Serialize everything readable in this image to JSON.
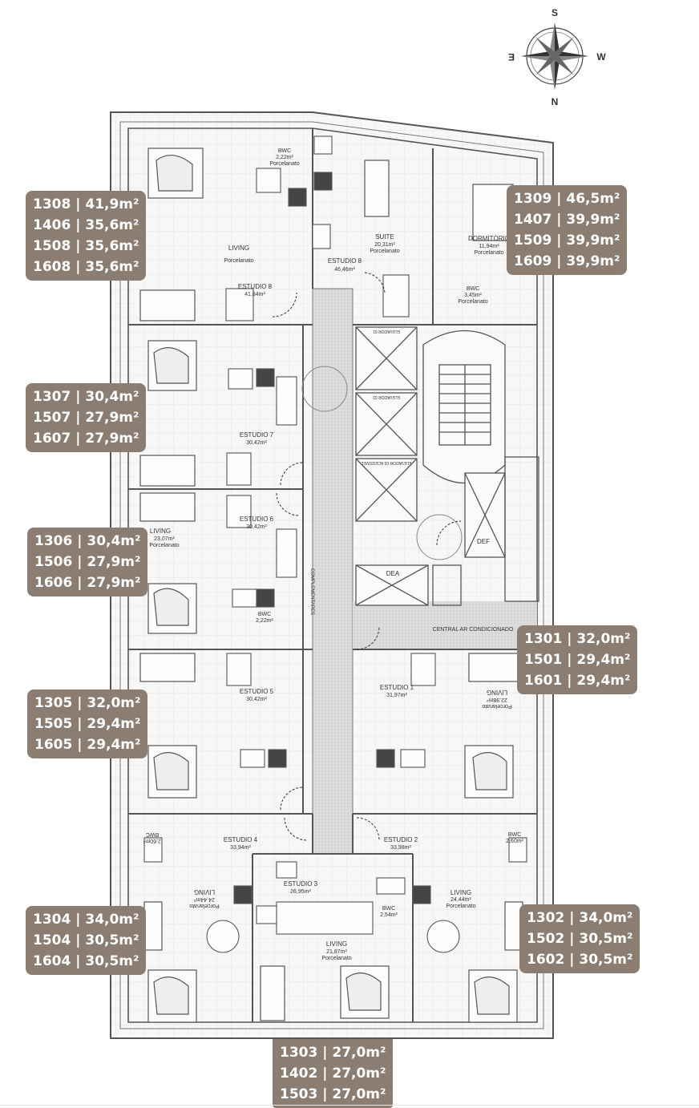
{
  "compass": {
    "s": "S",
    "e": "E",
    "w": "W",
    "n": "N"
  },
  "tags": [
    {
      "id": "u08",
      "lines": [
        "1308 | 41,9m²",
        "1406 | 35,6m²",
        "1508 | 35,6m²",
        "1608 | 35,6m²"
      ]
    },
    {
      "id": "u09",
      "lines": [
        "1309 | 46,5m²",
        "1407 | 39,9m²",
        "1509 | 39,9m²",
        "1609 | 39,9m²"
      ]
    },
    {
      "id": "u07",
      "lines": [
        "1307 | 30,4m²",
        "1507 | 27,9m²",
        "1607 | 27,9m²"
      ]
    },
    {
      "id": "u06",
      "lines": [
        "1306 | 30,4m²",
        "1506 | 27,9m²",
        "1606 | 27,9m²"
      ]
    },
    {
      "id": "u01",
      "lines": [
        "1301 | 32,0m²",
        "1501 | 29,4m²",
        "1601 | 29,4m²"
      ]
    },
    {
      "id": "u05",
      "lines": [
        "1305 | 32,0m²",
        "1505 | 29,4m²",
        "1605 | 29,4m²"
      ]
    },
    {
      "id": "u04",
      "lines": [
        "1304 | 34,0m²",
        "1504 | 30,5m²",
        "1604 | 30,5m²"
      ]
    },
    {
      "id": "u02",
      "lines": [
        "1302 | 34,0m²",
        "1502 | 30,5m²",
        "1602 | 30,5m²"
      ]
    },
    {
      "id": "u03",
      "lines": [
        "1303 | 27,0m²",
        "1402 | 27,0m²",
        "1503 | 27,0m²"
      ]
    }
  ],
  "rooms": {
    "bwc_08": "BWC",
    "bwc_08_area": "2,22m²",
    "bwc_08_mat": "Porcelanato",
    "living_08": "LIVING",
    "living_08_mat": "Porcelanato",
    "estudio_08": "ESTUDIO 8",
    "estudio_08_area": "41,84m²",
    "suite": "SUITE",
    "suite_area": "20,31m²",
    "suite_mat": "Porcelanato",
    "estudio_08b": "ESTUDIO 8",
    "estudio_08b_area": "46,46m²",
    "dormitorio": "DORMITÓRIO",
    "dormitorio_area": "11,94m²",
    "dormitorio_mat": "Porcelanato",
    "bwc_09": "BWC",
    "bwc_09_area": "3,45m²",
    "bwc_09_mat": "Porcelanato",
    "estudio_07": "ESTUDIO 7",
    "estudio_07_area": "30,42m²",
    "living_06": "LIVING",
    "living_06_area": "23,07m²",
    "living_06_mat": "Porcelanato",
    "estudio_06": "ESTUDIO 6",
    "estudio_06_area": "30,42m²",
    "bwc_06": "BWC",
    "bwc_06_area": "2,22m²",
    "complementares": "COMPLEMENTARES",
    "dea": "DEA",
    "def": "DEF",
    "central_ar": "CENTRAL AR CONDICIONADO",
    "estudio_05": "ESTUDIO 5",
    "estudio_05_area": "30,42m²",
    "estudio_01": "ESTUDIO 1",
    "estudio_01_area": "31,97m²",
    "living_01": "LIVING",
    "living_01_area": "22,98m²",
    "living_01_mat": "Porcelanato",
    "estudio_04": "ESTUDIO 4",
    "estudio_04_area": "33,94m²",
    "estudio_02": "ESTUDIO 2",
    "estudio_02_area": "33,98m²",
    "living_04": "LIVING",
    "living_04_area": "24,44m²",
    "living_04_mat": "Porcelanato",
    "living_02": "LIVING",
    "living_02_area": "24,44m²",
    "living_02_mat": "Porcelanato",
    "estudio_03": "ESTUDIO 3",
    "estudio_03_area": "26,95m²",
    "bwc_03": "BWC",
    "bwc_03_area": "2,54m²",
    "living_03": "LIVING",
    "living_03_area": "21,87m²",
    "living_03_mat": "Porcelanato",
    "bwc_04": "BWC",
    "bwc_04_area": "2,60m²",
    "bwc_02": "BWC",
    "bwc_02_area": "2,60m²",
    "elevador_01": "ELEVADOR 01",
    "elevador_02": "ELEVADOR 02",
    "elevador_03": "ELEVADOR 03 ACESSÍVEL"
  },
  "colors": {
    "tag_bg": "#8c7d72",
    "line": "#555555",
    "corridor": "#d6d6d6",
    "tile": "#e9e9e9"
  }
}
